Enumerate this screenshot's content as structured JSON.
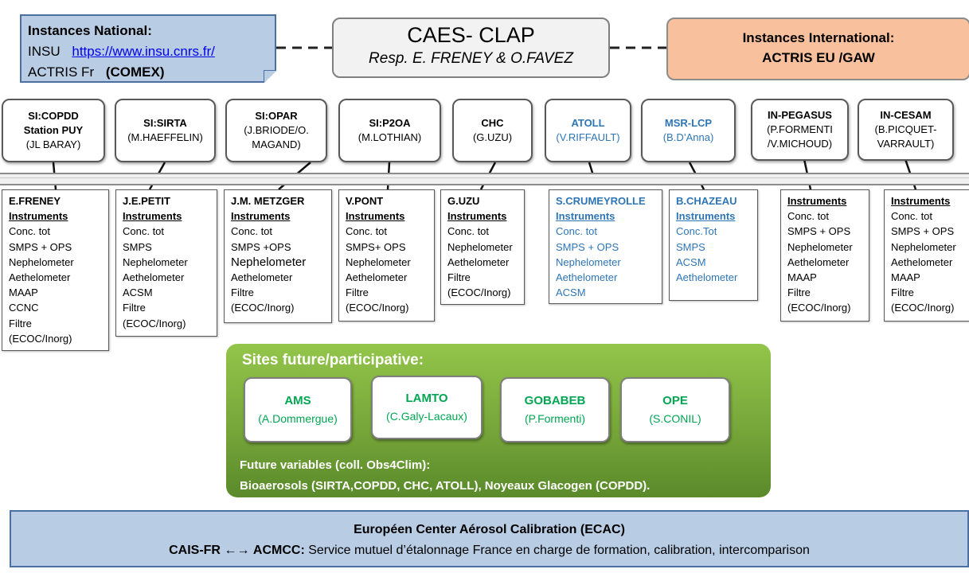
{
  "national": {
    "title": "Instances National:",
    "insu_label": "INSU",
    "insu_link": "https://www.insu.cnrs.fr/",
    "actris_label": "ACTRIS Fr",
    "comex": "(COMEX)"
  },
  "center": {
    "title": "CAES- CLAP",
    "resp": "Resp. E. FRENEY & O.FAVEZ"
  },
  "international": {
    "title": "Instances International:",
    "subtitle": "ACTRIS EU  /GAW"
  },
  "sites": [
    {
      "name": "SI:COPDD",
      "line2": "Station PUY",
      "line3": "(JL BARAY)"
    },
    {
      "name": "SI:SIRTA",
      "line2": "(M.HAEFFELIN)",
      "line3": ""
    },
    {
      "name": "SI:OPAR",
      "line2": "(J.BRIODE/O.",
      "line3": "MAGAND)"
    },
    {
      "name": "SI:P2OA",
      "line2": "(M.LOTHIAN)",
      "line3": ""
    },
    {
      "name": "CHC",
      "line2": "(G.UZU)",
      "line3": ""
    },
    {
      "name": "ATOLL",
      "line2": "(V.RIFFAULT)",
      "line3": ""
    },
    {
      "name": "MSR-LCP",
      "line2": "(B.D’Anna)",
      "line3": ""
    },
    {
      "name": "IN-PEGASUS",
      "line2": "(P.FORMENTI",
      "line3": "/V.MICHOUD)"
    },
    {
      "name": "IN-CESAM",
      "line2": "(B.PICQUET-",
      "line3": "VARRAULT)"
    }
  ],
  "instruments": [
    {
      "person": "E.FRENEY",
      "header": "Instruments",
      "items": [
        "Conc. tot",
        "SMPS + OPS",
        "Nephelometer",
        "Aethelometer",
        "MAAP",
        "CCNC",
        "Filtre",
        "(ECOC/Inorg)"
      ]
    },
    {
      "person": "J.E.PETIT",
      "header": "Instruments",
      "items": [
        "Conc. tot",
        "SMPS",
        "Nephelometer",
        "Aethelometer",
        "ACSM",
        "Filtre",
        "(ECOC/Inorg)"
      ]
    },
    {
      "person": "J.M. METZGER",
      "header": "Instruments",
      "items": [
        "Conc. tot",
        "SMPS +OPS",
        "Nephelometer",
        "Aethelometer",
        "Filtre",
        "(ECOC/Inorg)"
      ]
    },
    {
      "person": "V.PONT",
      "header": "Instruments",
      "items": [
        "Conc. tot",
        "SMPS+ OPS",
        "Nephelometer",
        "Aethelometer",
        "Filtre",
        "(ECOC/Inorg)"
      ]
    },
    {
      "person": "G.UZU",
      "header": "Instruments",
      "items": [
        "Conc. tot",
        "Nephelometer",
        "Aethelometer",
        "Filtre",
        "(ECOC/Inorg)"
      ]
    },
    {
      "person": "S.CRUMEYROLLE",
      "header": "Instruments",
      "items": [
        "Conc. tot",
        "SMPS + OPS",
        "Nephelometer",
        "Aethelometer",
        "ACSM"
      ]
    },
    {
      "person": "B.CHAZEAU",
      "header": "Instruments",
      "items": [
        "Conc.Tot",
        "SMPS",
        "ACSM",
        "Aethelometer"
      ]
    },
    {
      "person": "",
      "header": "Instruments",
      "items": [
        "Conc. tot",
        "SMPS + OPS",
        "Nephelometer",
        "Aethelometer",
        "MAAP",
        "Filtre",
        "(ECOC/Inorg)"
      ]
    },
    {
      "person": "",
      "header": "Instruments",
      "items": [
        "Conc. tot",
        "SMPS + OPS",
        "Nephelometer",
        "Aethelometer",
        "MAAP",
        "Filtre",
        "(ECOC/Inorg)"
      ]
    }
  ],
  "future": {
    "title": "Sites future/participative:",
    "sites": [
      {
        "name": "AMS",
        "resp": "(A.Dommergue)"
      },
      {
        "name": "LAMTO",
        "resp": "(C.Galy-Lacaux)"
      },
      {
        "name": "GOBABEB",
        "resp": "(P.Formenti)"
      },
      {
        "name": "OPE",
        "resp": "(S.CONIL)"
      }
    ],
    "variables_line1": "Future variables (coll. Obs4Clim):",
    "variables_line2": "Bioaerosols (SIRTA,COPDD, CHC, ATOLL), Noyeaux Glacogen (COPDD)."
  },
  "ecac": {
    "title": "Européen Center Aérosol Calibration (ECAC)",
    "prefix": "CAIS-FR",
    "arrows": "←→",
    "acmcc": "ACMCC:",
    "desc": "Service mutuel d’étalonnage France  en charge de formation, calibration, intercomparison"
  },
  "colors": {
    "national_bg": "#b8cce4",
    "international_bg": "#f9c09d",
    "green_panel": "#77a63a",
    "green_text": "#00a651",
    "blue_text": "#2e75b6"
  }
}
